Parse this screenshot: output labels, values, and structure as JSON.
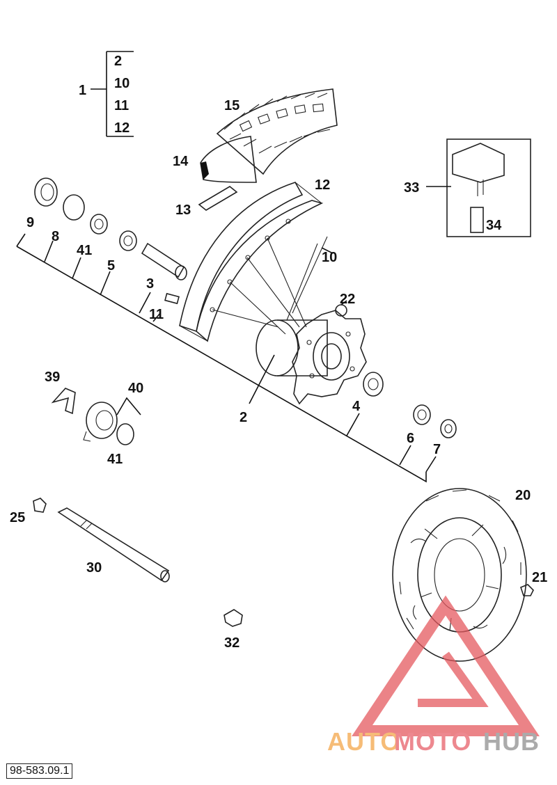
{
  "labels": {
    "p1": "1",
    "p2_top": "2",
    "p10_top": "10",
    "p11_top": "11",
    "p12_top": "12",
    "p15": "15",
    "p14": "14",
    "p13": "13",
    "p12": "12",
    "p10": "10",
    "p22": "22",
    "p9": "9",
    "p8": "8",
    "p41_top": "41",
    "p5": "5",
    "p3": "3",
    "p11": "11",
    "p33": "33",
    "p34": "34",
    "p39": "39",
    "p40": "40",
    "p41_bottom": "41",
    "p2": "2",
    "p4": "4",
    "p6": "6",
    "p7": "7",
    "p20": "20",
    "p21": "21",
    "p25": "25",
    "p30": "30",
    "p32": "32"
  },
  "reference_code": "98-583.09.1",
  "watermark": {
    "part1": "AUTO",
    "part2": "MOTO",
    "part3": "HUB",
    "colors": {
      "orange": "#f4a64a",
      "red": "#e8616a",
      "gray": "#8f8f8f",
      "triangle": "#e55a60"
    }
  },
  "icons": [
    "tire-icon",
    "rim-icon",
    "hub-icon",
    "bearing-icon",
    "brake-disc-icon",
    "valve-icon",
    "axle-icon",
    "bolt-icon"
  ]
}
